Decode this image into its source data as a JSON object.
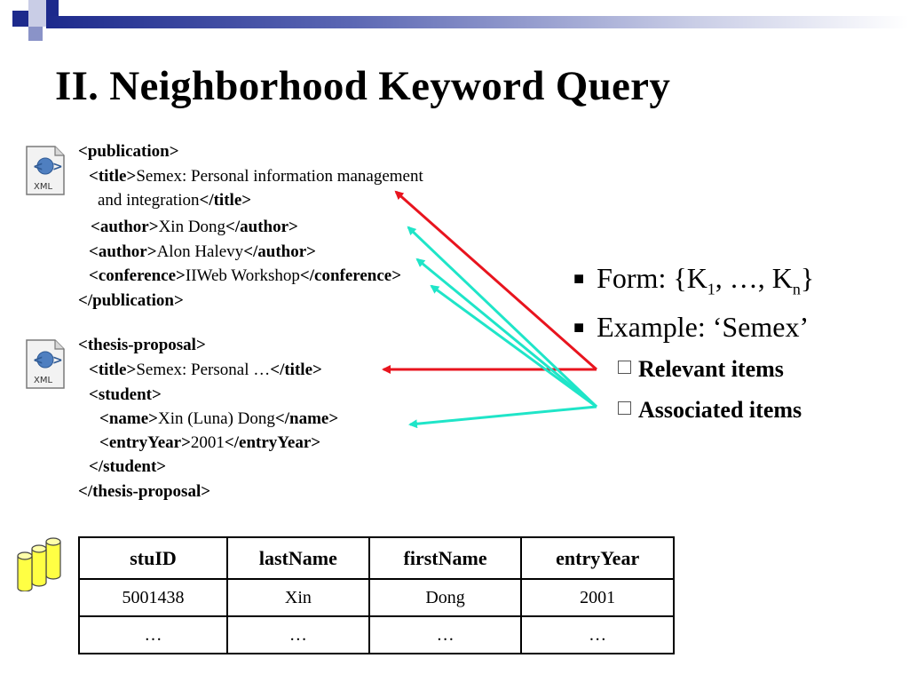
{
  "slide": {
    "title": "II. Neighborhood Keyword Query"
  },
  "xml1": [
    {
      "open": "<publication>",
      "text": "",
      "close": ""
    },
    {
      "open": "<title>",
      "text": "Semex: Personal information management",
      "close": ""
    },
    {
      "open": "",
      "text": "and integration",
      "close": "</title>"
    },
    {
      "open": "<author>",
      "text": "Xin Dong",
      "close": "</author>"
    },
    {
      "open": "<author>",
      "text": "Alon Halevy",
      "close": "</author>"
    },
    {
      "open": "<conference>",
      "text": "IIWeb Workshop",
      "close": "</conference>"
    },
    {
      "open": "</publication>",
      "text": "",
      "close": ""
    }
  ],
  "xml2": [
    {
      "open": "<thesis-proposal>",
      "text": "",
      "close": ""
    },
    {
      "open": "<title>",
      "text": "Semex: Personal …",
      "close": "</title>"
    },
    {
      "open": "<student>",
      "text": "",
      "close": ""
    },
    {
      "open": "<name>",
      "text": "Xin (Luna) Dong",
      "close": "</name>"
    },
    {
      "open": "<entryYear>",
      "text": "2001",
      "close": "</entryYear>"
    },
    {
      "open": "</student>",
      "text": "",
      "close": ""
    },
    {
      "open": "</thesis-proposal>",
      "text": "",
      "close": ""
    }
  ],
  "bullets": {
    "form_prefix": "Form: {K",
    "form_sub1": "1",
    "form_mid": ", …, K",
    "form_subn": "n",
    "form_suffix": "}",
    "example": "Example: ‘Semex’",
    "sub1": "Relevant items",
    "sub2": "Associated items"
  },
  "icons": {
    "xml_label": "XML",
    "xml_icon": "xml-file-icon",
    "db_icon": "database-icon"
  },
  "table": {
    "headers": [
      "stuID",
      "lastName",
      "firstName",
      "entryYear"
    ],
    "rows": [
      [
        "5001438",
        "Xin",
        "Dong",
        "2001"
      ],
      [
        "…",
        "…",
        "…",
        "…"
      ]
    ]
  },
  "colors": {
    "relevant_arrow": "#e8141e",
    "associated_arrow": "#1fe5c8",
    "band_dark": "#1d2a8c"
  }
}
